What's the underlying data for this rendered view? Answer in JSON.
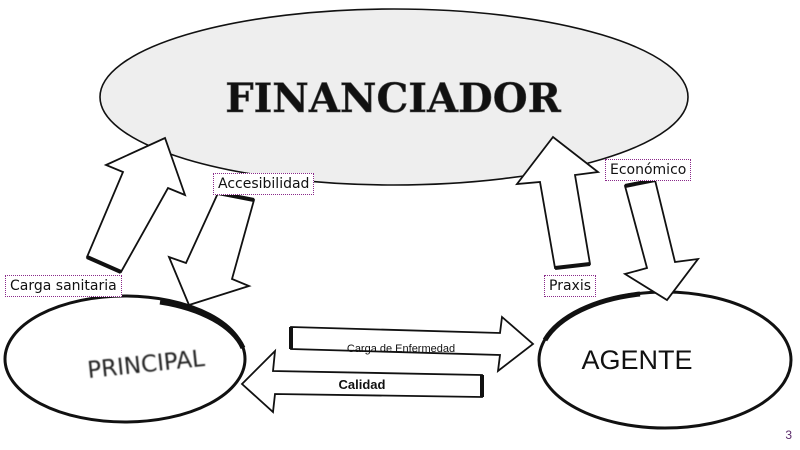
{
  "diagram": {
    "title": "FINANCIADOR",
    "nodes": {
      "financiador": "FINANCIADOR",
      "principal": "PRINCIPAL",
      "agente": "AGENTE"
    },
    "labels": {
      "carga_sanitaria": "Carga sanitaria",
      "accesibilidad": "Accesibilidad",
      "praxis": "Praxis",
      "economico": "Económico",
      "carga_enfermedad": "Carga de Enfermedad",
      "calidad": "Calidad"
    },
    "page_number": "3"
  },
  "colors": {
    "stroke": "#111111",
    "background": "#ffffff",
    "financiador_fill": "#eeeeee",
    "label_border": "#8a2a8a",
    "page_number": "#5a2a6a"
  }
}
